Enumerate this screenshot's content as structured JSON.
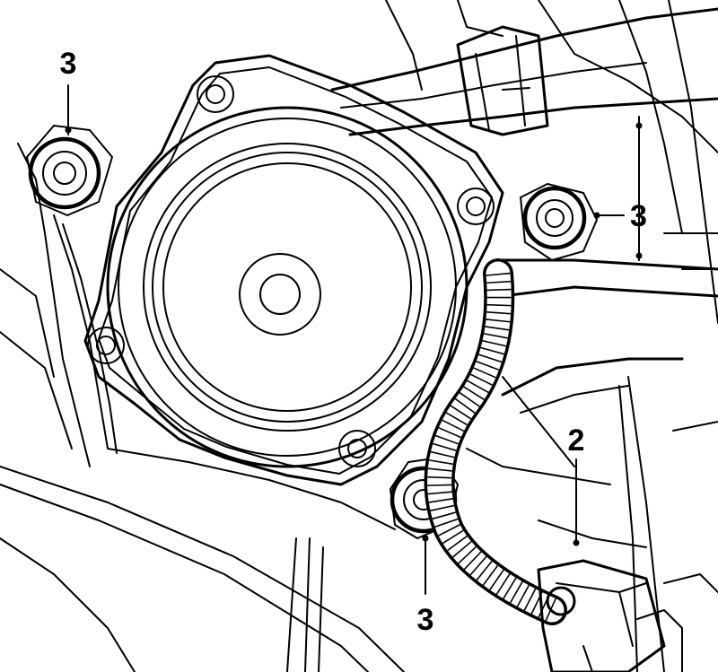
{
  "diagram": {
    "callouts": {
      "bolt_top_left": "3",
      "bolt_right": "3",
      "bolt_bottom": "3",
      "connector": "2"
    },
    "icons": [
      "pump-housing-icon",
      "bolt-icon",
      "hose-icon",
      "connector-icon"
    ]
  }
}
